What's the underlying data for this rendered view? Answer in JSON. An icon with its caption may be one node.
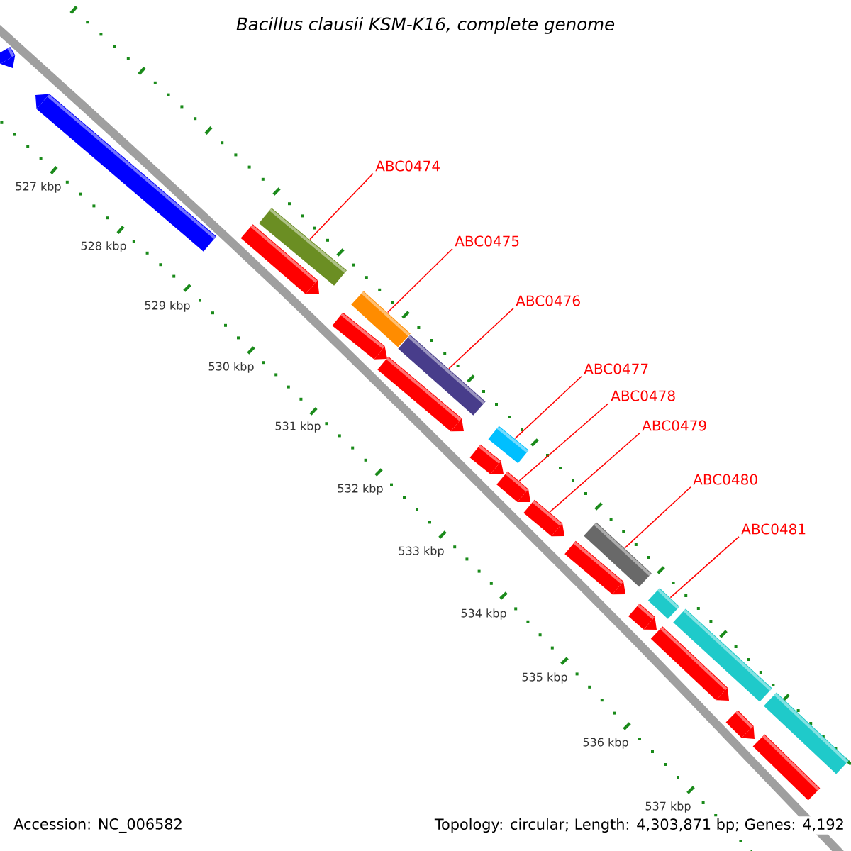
{
  "diagram": {
    "title": "Bacillus clausii KSM-K16, complete genome",
    "nodes": [
      {
        "text": [
          "ABC0474"
        ]
      },
      {
        "text": [
          "ABC0475"
        ]
      },
      {
        "text": [
          "ABC0476"
        ]
      },
      {
        "text": [
          "ABC0477"
        ]
      },
      {
        "text": [
          "ABC0478"
        ]
      },
      {
        "text": [
          "ABC0479"
        ]
      },
      {
        "text": [
          "ABC0480"
        ]
      },
      {
        "text": [
          "ABC0481"
        ]
      },
      {
        "text": [],
        "shape": "arrow"
      },
      {
        "text": [],
        "shape": "arrow"
      },
      {
        "text": [],
        "shape": "arrow"
      },
      {
        "text": [],
        "shape": "bar"
      },
      {
        "text": [],
        "shape": "arrow"
      },
      {
        "text": [],
        "shape": "bar"
      },
      {
        "text": [],
        "shape": "arrow"
      },
      {
        "text": [],
        "shape": "bar"
      },
      {
        "text": [],
        "shape": "arrow"
      },
      {
        "text": [],
        "shape": "bar"
      },
      {
        "text": [],
        "shape": "arrow"
      },
      {
        "text": [],
        "shape": "arrow"
      },
      {
        "text": [],
        "shape": "arrow"
      },
      {
        "text": [],
        "shape": "bar"
      },
      {
        "text": [],
        "shape": "arrow"
      },
      {
        "text": [],
        "shape": "bar"
      },
      {
        "text": [],
        "shape": "arrow"
      },
      {
        "text": [],
        "shape": "bar"
      },
      {
        "text": [],
        "shape": "arrow"
      },
      {
        "text": [],
        "shape": "bar"
      },
      {
        "text": [],
        "shape": "bar"
      }
    ],
    "edges": [
      {
        "from": 0,
        "to": 11,
        "arrow": "none"
      },
      {
        "from": 1,
        "to": 13,
        "arrow": "none"
      },
      {
        "from": 2,
        "to": 15,
        "arrow": "none"
      },
      {
        "from": 3,
        "to": 17,
        "arrow": "none"
      },
      {
        "from": 4,
        "to": 18,
        "arrow": "none"
      },
      {
        "from": 5,
        "to": 19,
        "arrow": "none"
      },
      {
        "from": 6,
        "to": 21,
        "arrow": "none"
      },
      {
        "from": 7,
        "to": 23,
        "arrow": "none"
      }
    ],
    "labels": [
      "527 kbp",
      "528 kbp",
      "529 kbp",
      "530 kbp",
      "531 kbp",
      "532 kbp",
      "533 kbp",
      "534 kbp",
      "535 kbp",
      "536 kbp",
      "537 kbp",
      "Accession: NC_006582",
      "Topology: circular; Length: 4,303,871 bp; Genes: 4,192"
    ]
  }
}
